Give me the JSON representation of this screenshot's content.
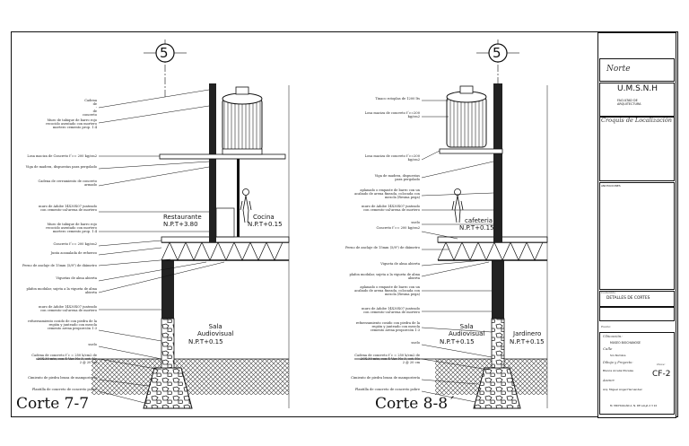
{
  "grid_markers": [
    "5",
    "5"
  ],
  "section_left": {
    "title": "Corte 7-7",
    "room_upper_left": "Restaurante",
    "room_upper_left_level": "N.P.T+3.80",
    "room_upper_right": "Cocina",
    "room_upper_right_level": "N.P.T+0.15",
    "room_lower": "Sala\nAudiovisual",
    "room_lower_level": "N.P.T+0.15",
    "labels": [
      "Cadena\nde\n-\nde\nconcreto",
      "Muro de tabique de barro rojo\nrecocido asentado con mortero\nmortero cemento prop. 1:4",
      "Losa maciza de Concreto f´c= 200 kg/cm2",
      "Viga de madera, dispuestas para pergolado",
      "Cadena de cerramiento de concreto\narmado",
      "muro de Adobe 14X30X07 junteado\ncon cemento-cal-arena de mortero",
      "Muro de tabique de barro rojo\nrecocido asentado con mortero\nmortero cemento prop. 1:4",
      "Concreto f´c= 200 kg/cm2",
      "Junta acanalada de refuerzo",
      "Perno de anclaje de 15mm (5/8\") de diámetro",
      "Viguetas de alma abierta",
      "plafon modular, sujeta a la vigueta de alma\nabierta",
      "muro de Adobe 14X30X07 junteado\ncon cemento-cal-arena de mortero",
      "refuerzamiento cosido de con piedra de la\nregión y junteado con mezcla\ncemento arena proporción 1:3",
      "suelo",
      "Cadena de concreto f´c = 250 k/cm2 de\n.20X.30 mts, con 4 Var. No 3, est. No\n2 @ 20 cm",
      "Cimiento de piedra braza de mampostería",
      "Plantilla de concreto de concreto pobre"
    ]
  },
  "section_right": {
    "title": "Corte 8-8´",
    "room_upper": "cafeteria",
    "room_upper_level": "N.P.T+0.15",
    "room_lower_left": "Sala\nAudiovisual",
    "room_lower_left_level": "N.P.T+0.15",
    "room_lower_right": "Jardinero",
    "room_lower_right_level": "N.P.T+0.15",
    "labels": [
      "Tinaco rotoplas de 1200 lts",
      "Losa maciza de concreto f´c=200\nkg/cm2",
      "Losa maciza de concreto f´c=200\nkg/cm2",
      "Viga de madera, dispuestas\npara pergolado",
      "aplanado o empaste de barro con un\nacabado de arena fineada, colocada con\nmezcla (Resina pega)",
      "muro de Adobe 14X30X07 junteado\ncon cemento-cal-arena de mortero",
      "suelo",
      "Concreto f´c= 200 kg/cm2",
      "Perno de anclaje de 15mm (5/8\") de diámetro",
      "Vigueta de alma abierta",
      "plafon modular, sujeta a la vigueta de alma\nabierta",
      "aplanado o empaste de barro con un\nacabado de arena fineada, colocada con\nmezcla (Resina pega)",
      "muro de Adobe 14X30X07 junteado\ncon cemento-cal-arena de mortero",
      "refuerzamiento cosido con piedra de la\nregión y junteado con mezcla\ncemento arena proporción 1:3",
      "suelo",
      "Cadena de concreto f´c = 250 k/cm2 de\n.20X.30 mts, con 4 Var. No 3, est. No\n2 @ 20 cm",
      "Cimiento de piedra braza de mampostería",
      "Plantilla de concreto de concreto pobre"
    ]
  },
  "title_block": {
    "north_label": "Norte",
    "university": "U.M.S.N.H",
    "faculty": "FACULTAD DE\nARQUITECTURA",
    "location_label": "Croquis de Localización",
    "notes_label": "ANOTACIONES",
    "content_label": "Contenido:",
    "content_value": "DETALLES DE CORTES",
    "scale_label": "Escala:",
    "location_field": "Ubicación:",
    "location_value": "MUSEO BIOCHANOSE",
    "street_label": "Calle",
    "street_value": "Sin Nombre",
    "drawn_label": "Dibujo y Proyecto:",
    "drawn_value": "Blanca Arcelia Morales",
    "sheet_label": "Clave:",
    "sheet_value": "CF-2",
    "advisor_label": "Asesor:",
    "advisor_value": "Arq. Miguel Angel Hernandez",
    "footer": "M. MICHOACÁN A. N. DE LALJA 2 3 10"
  },
  "colors": {
    "ink": "#111111",
    "hatch": "#555555",
    "bg": "#ffffff"
  }
}
